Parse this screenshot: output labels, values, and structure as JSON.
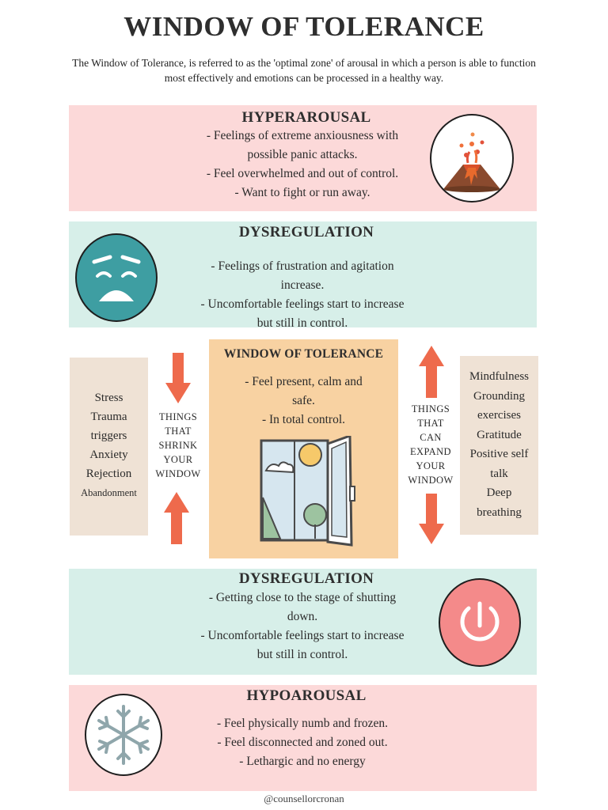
{
  "title": "WINDOW OF TOLERANCE",
  "intro": "The Window of Tolerance, is referred to as the 'optimal zone' of arousal in which a person is able to function most effectively and emotions can be processed in a healthy way.",
  "hyperarousal": {
    "heading": "HYPERAROUSAL",
    "lines": [
      "- Feelings of extreme anxiousness with",
      "possible panic attacks.",
      "- Feel overwhelmed and out of control.",
      "- Want to fight or run away."
    ],
    "icon": "volcano-icon",
    "color": "#fcd9d9"
  },
  "dysregulation_top": {
    "heading": "DYSREGULATION",
    "lines": [
      "- Feelings of frustration and agitation",
      "increase.",
      "- Uncomfortable feelings start to increase",
      "but still in control."
    ],
    "icon": "anxious-face-icon",
    "color": "#d7efe9"
  },
  "window": {
    "heading": "WINDOW OF TOLERANCE",
    "lines": [
      "- Feel present, calm and",
      "safe.",
      "- In total control."
    ],
    "icon": "open-window-icon",
    "color": "#f8d2a2"
  },
  "shrink": {
    "items": [
      "Stress",
      "Trauma",
      "triggers",
      "Anxiety",
      "Rejection",
      "Abandonment"
    ],
    "caption": [
      "THINGS",
      "THAT",
      "SHRINK",
      "YOUR",
      "WINDOW"
    ]
  },
  "expand": {
    "items": [
      "Mindfulness",
      "Grounding",
      "exercises",
      "Gratitude",
      "Positive self",
      "talk",
      "Deep",
      "breathing"
    ],
    "caption": [
      "THINGS",
      "THAT",
      "CAN",
      "EXPAND",
      "YOUR",
      "WINDOW"
    ]
  },
  "dysregulation_bottom": {
    "heading": "DYSREGULATION",
    "lines": [
      "- Getting close to the stage of shutting",
      "down.",
      "- Uncomfortable feelings start to increase",
      "but still in control."
    ],
    "icon": "power-icon"
  },
  "hypoarousal": {
    "heading": "HYPOAROUSAL",
    "lines": [
      "- Feel physically numb and frozen.",
      "- Feel disconnected and zoned out.",
      "- Lethargic and no energy"
    ],
    "icon": "snowflake-icon"
  },
  "footer": "@counsellorcronan",
  "colors": {
    "arrow": "#ee6a4c",
    "teal": "#3e9ea2",
    "power_pink": "#f48a8a"
  }
}
